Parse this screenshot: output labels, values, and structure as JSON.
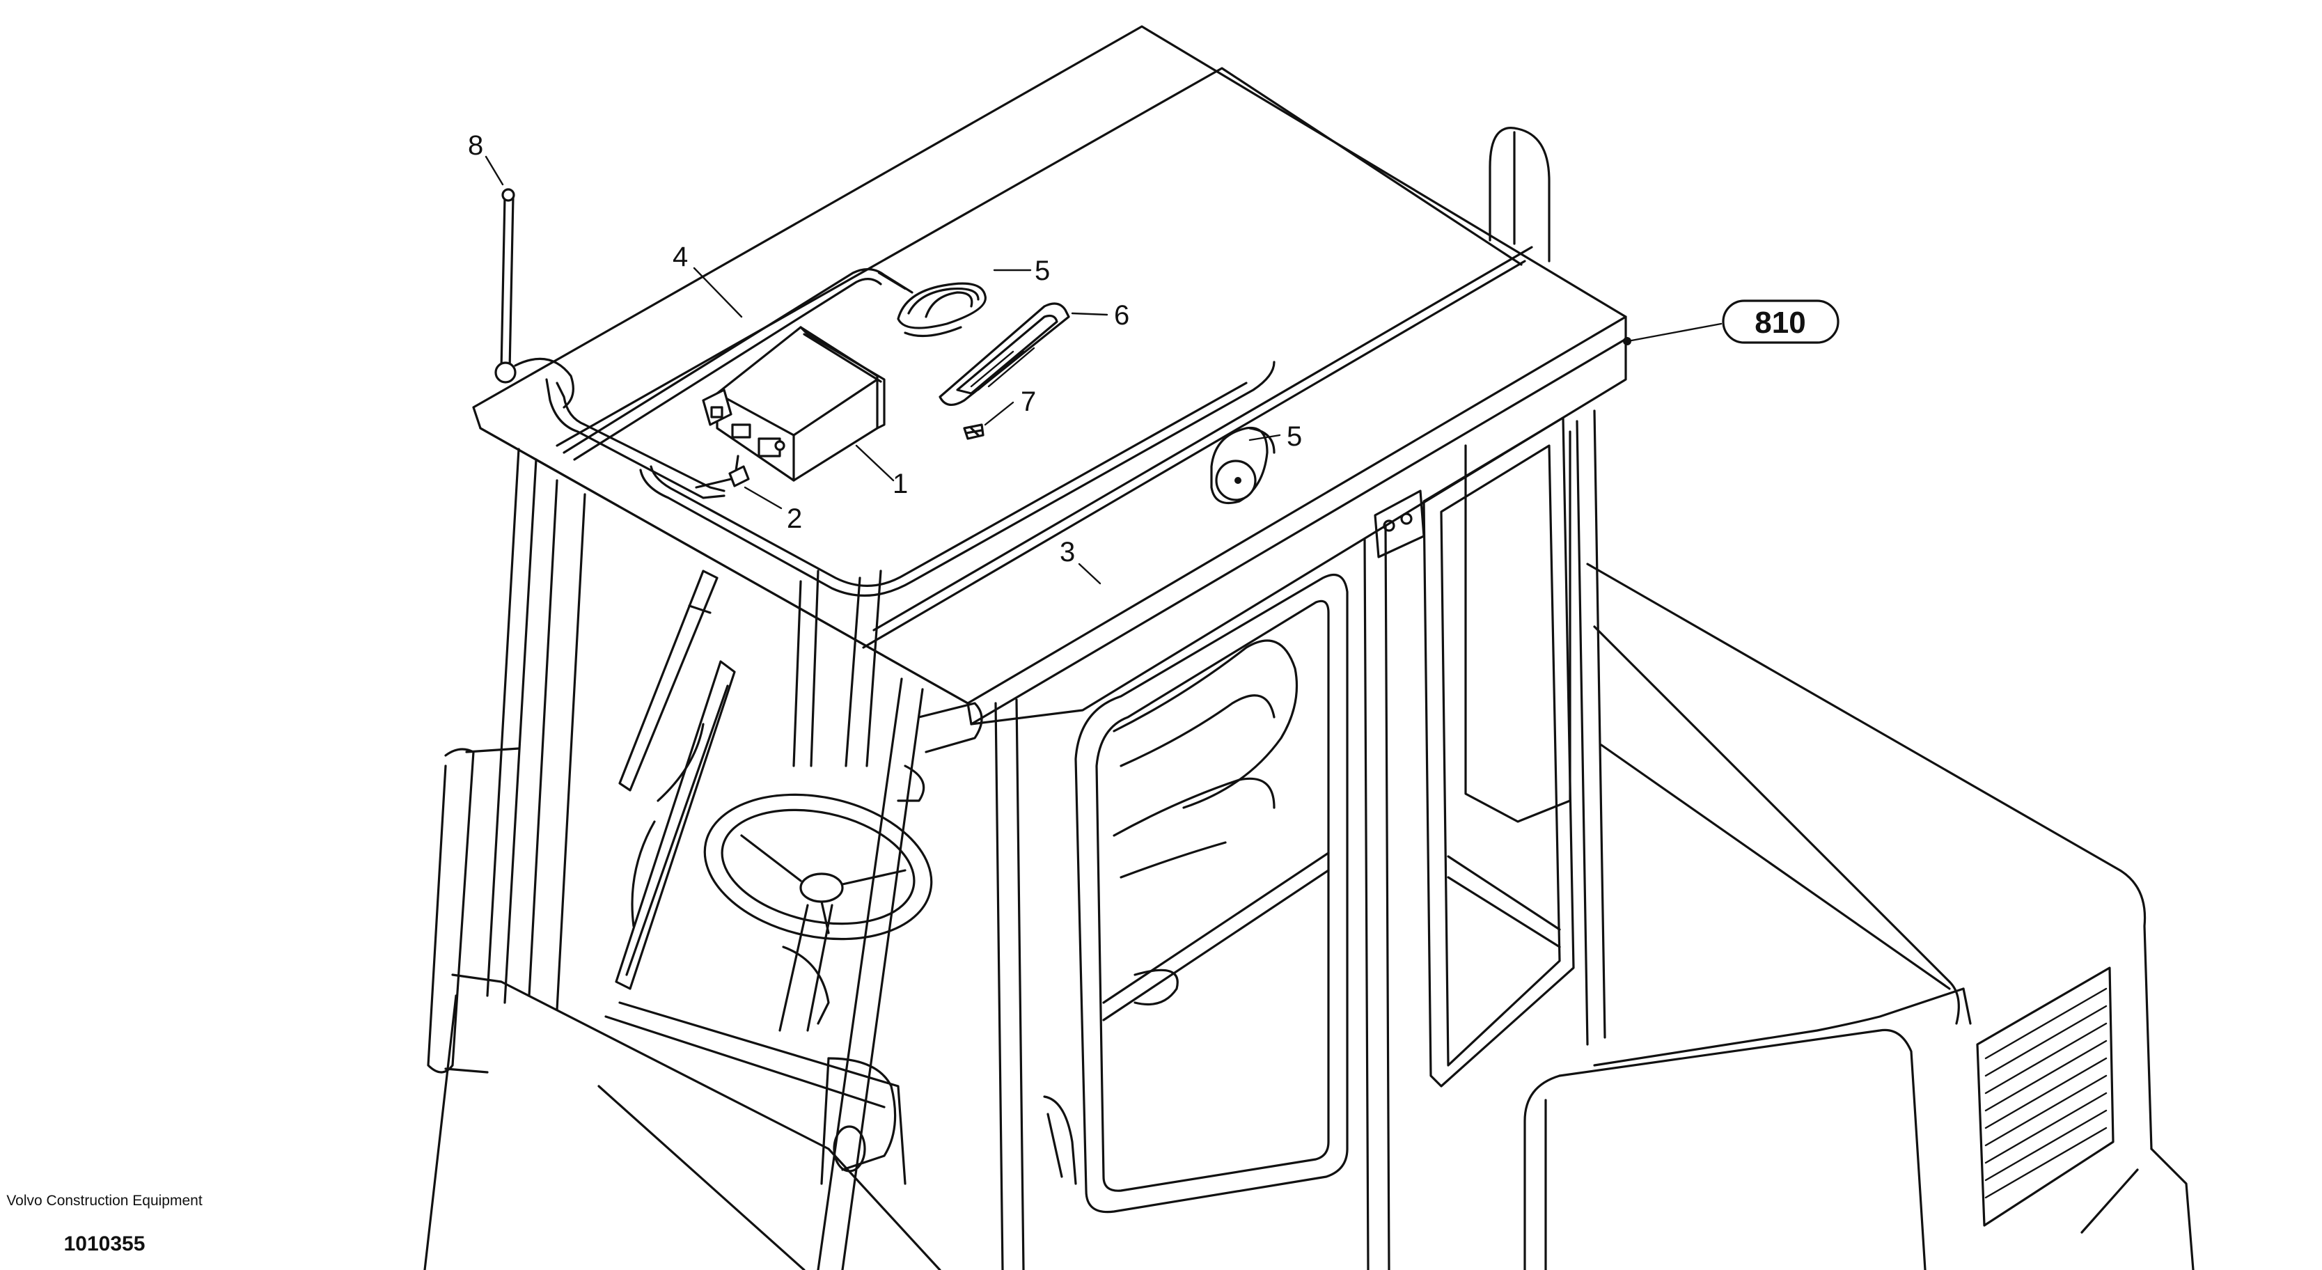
{
  "callouts": {
    "c1": "1",
    "c2": "2",
    "c3": "3",
    "c4": "4",
    "c5a": "5",
    "c5b": "5",
    "c6": "6",
    "c7": "7",
    "c8": "8"
  },
  "reference_badge": "810",
  "footer": {
    "company": "Volvo Construction Equipment",
    "drawing_number": "1010355"
  }
}
